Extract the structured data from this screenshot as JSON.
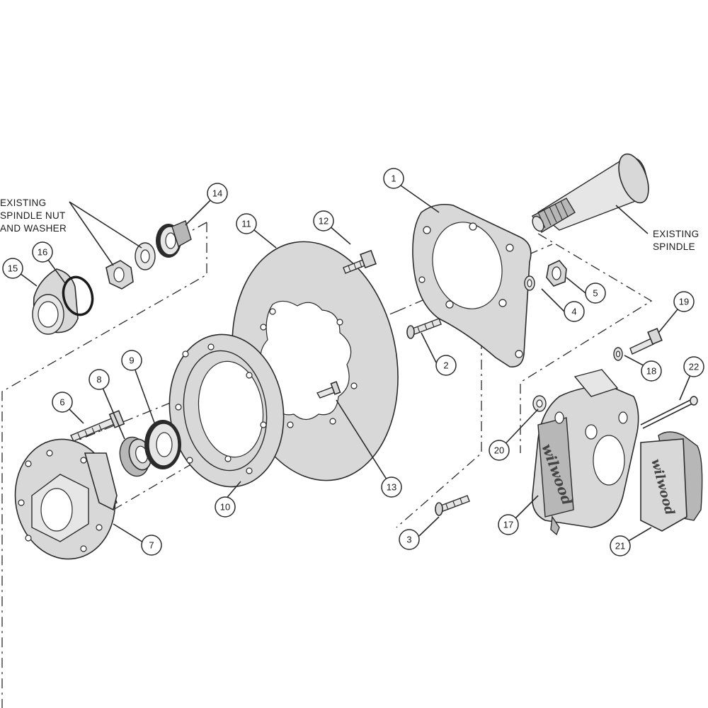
{
  "labels": {
    "spindle_nut_line1": "EXISTING",
    "spindle_nut_line2": "SPINDLE NUT",
    "spindle_nut_line3": "AND WASHER",
    "spindle_line1": "EXISTING",
    "spindle_line2": "SPINDLE"
  },
  "brand": {
    "caliper_logo": "wilwood",
    "pad_logo": "wilwood"
  },
  "callouts": [
    {
      "id": "c1",
      "number": "1"
    },
    {
      "id": "c2",
      "number": "2"
    },
    {
      "id": "c3",
      "number": "3"
    },
    {
      "id": "c4",
      "number": "4"
    },
    {
      "id": "c5",
      "number": "5"
    },
    {
      "id": "c6",
      "number": "6"
    },
    {
      "id": "c7",
      "number": "7"
    },
    {
      "id": "c8",
      "number": "8"
    },
    {
      "id": "c9",
      "number": "9"
    },
    {
      "id": "c10",
      "number": "10"
    },
    {
      "id": "c11",
      "number": "11"
    },
    {
      "id": "c12",
      "number": "12"
    },
    {
      "id": "c13",
      "number": "13"
    },
    {
      "id": "c14",
      "number": "14"
    },
    {
      "id": "c15",
      "number": "15"
    },
    {
      "id": "c16",
      "number": "16"
    },
    {
      "id": "c17",
      "number": "17"
    },
    {
      "id": "c18",
      "number": "18"
    },
    {
      "id": "c19",
      "number": "19"
    },
    {
      "id": "c20",
      "number": "20"
    },
    {
      "id": "c21",
      "number": "21"
    },
    {
      "id": "c22",
      "number": "22"
    }
  ],
  "colors": {
    "part_fill": "#d8d8d8",
    "line": "#2b2b2b",
    "background": "#ffffff"
  }
}
